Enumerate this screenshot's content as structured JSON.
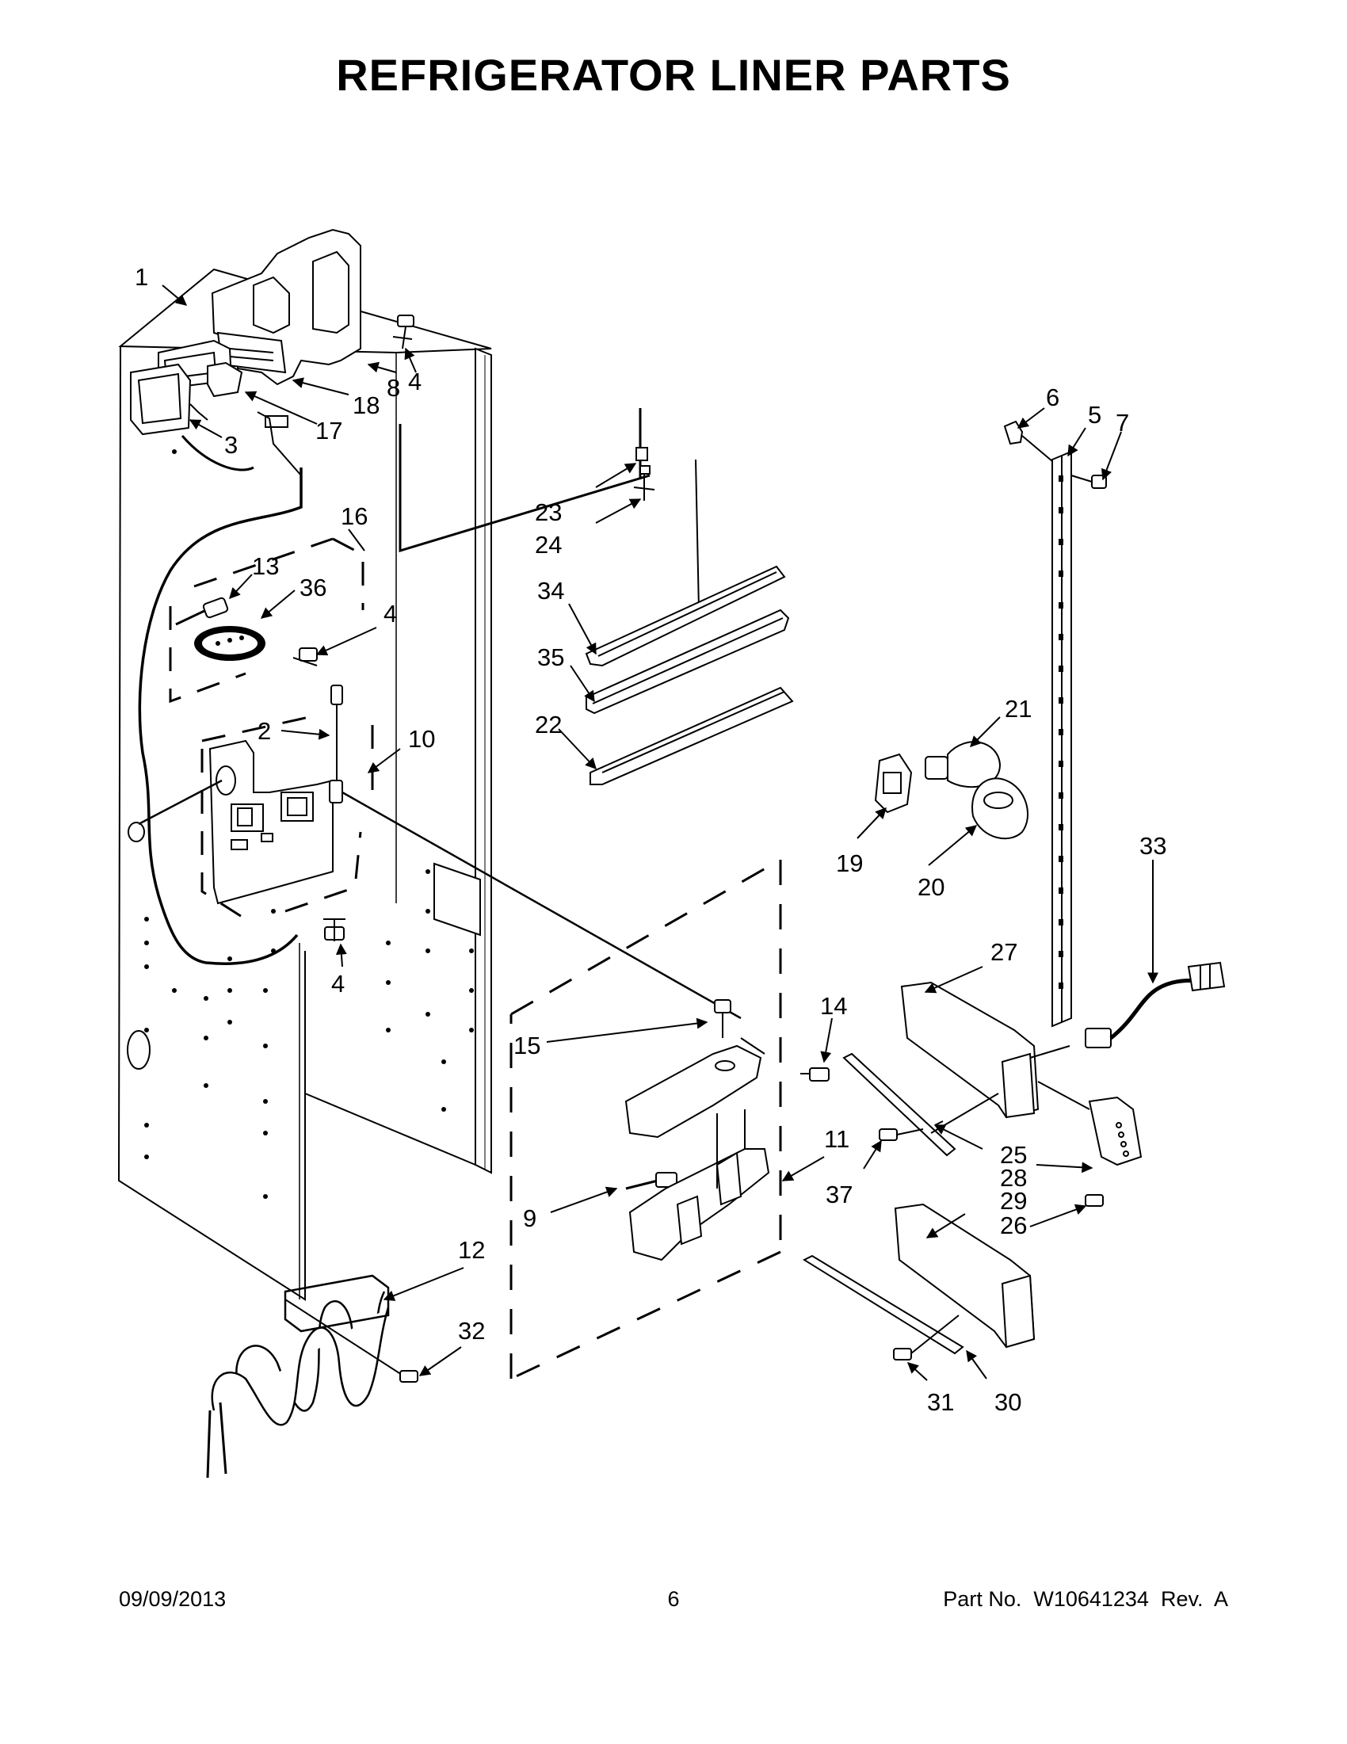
{
  "title": "REFRIGERATOR LINER PARTS",
  "callouts": [
    {
      "id": "c1",
      "label": "1"
    },
    {
      "id": "c8",
      "label": "8"
    },
    {
      "id": "c4a",
      "label": "4"
    },
    {
      "id": "c18",
      "label": "18"
    },
    {
      "id": "c17",
      "label": "17"
    },
    {
      "id": "c3",
      "label": "3"
    },
    {
      "id": "c16",
      "label": "16"
    },
    {
      "id": "c13",
      "label": "13"
    },
    {
      "id": "c36",
      "label": "36"
    },
    {
      "id": "c4b",
      "label": "4"
    },
    {
      "id": "c2",
      "label": "2"
    },
    {
      "id": "c10",
      "label": "10"
    },
    {
      "id": "c4c",
      "label": "4"
    },
    {
      "id": "c6",
      "label": "6"
    },
    {
      "id": "c5",
      "label": "5"
    },
    {
      "id": "c7",
      "label": "7"
    },
    {
      "id": "c23",
      "label": "23"
    },
    {
      "id": "c24",
      "label": "24"
    },
    {
      "id": "c34",
      "label": "34"
    },
    {
      "id": "c35",
      "label": "35"
    },
    {
      "id": "c22",
      "label": "22"
    },
    {
      "id": "c21",
      "label": "21"
    },
    {
      "id": "c19",
      "label": "19"
    },
    {
      "id": "c20",
      "label": "20"
    },
    {
      "id": "c33",
      "label": "33"
    },
    {
      "id": "c27",
      "label": "27"
    },
    {
      "id": "c14",
      "label": "14"
    },
    {
      "id": "c15",
      "label": "15"
    },
    {
      "id": "c11",
      "label": "11"
    },
    {
      "id": "c9",
      "label": "9"
    },
    {
      "id": "c37",
      "label": "37"
    },
    {
      "id": "c25",
      "label": "25"
    },
    {
      "id": "c28",
      "label": "28"
    },
    {
      "id": "c29",
      "label": "29"
    },
    {
      "id": "c26",
      "label": "26"
    },
    {
      "id": "c12",
      "label": "12"
    },
    {
      "id": "c32",
      "label": "32"
    },
    {
      "id": "c31",
      "label": "31"
    },
    {
      "id": "c30",
      "label": "30"
    }
  ],
  "footer": {
    "date": "09/09/2013",
    "page": "6",
    "part": "Part No.  W10641234  Rev.  A"
  }
}
